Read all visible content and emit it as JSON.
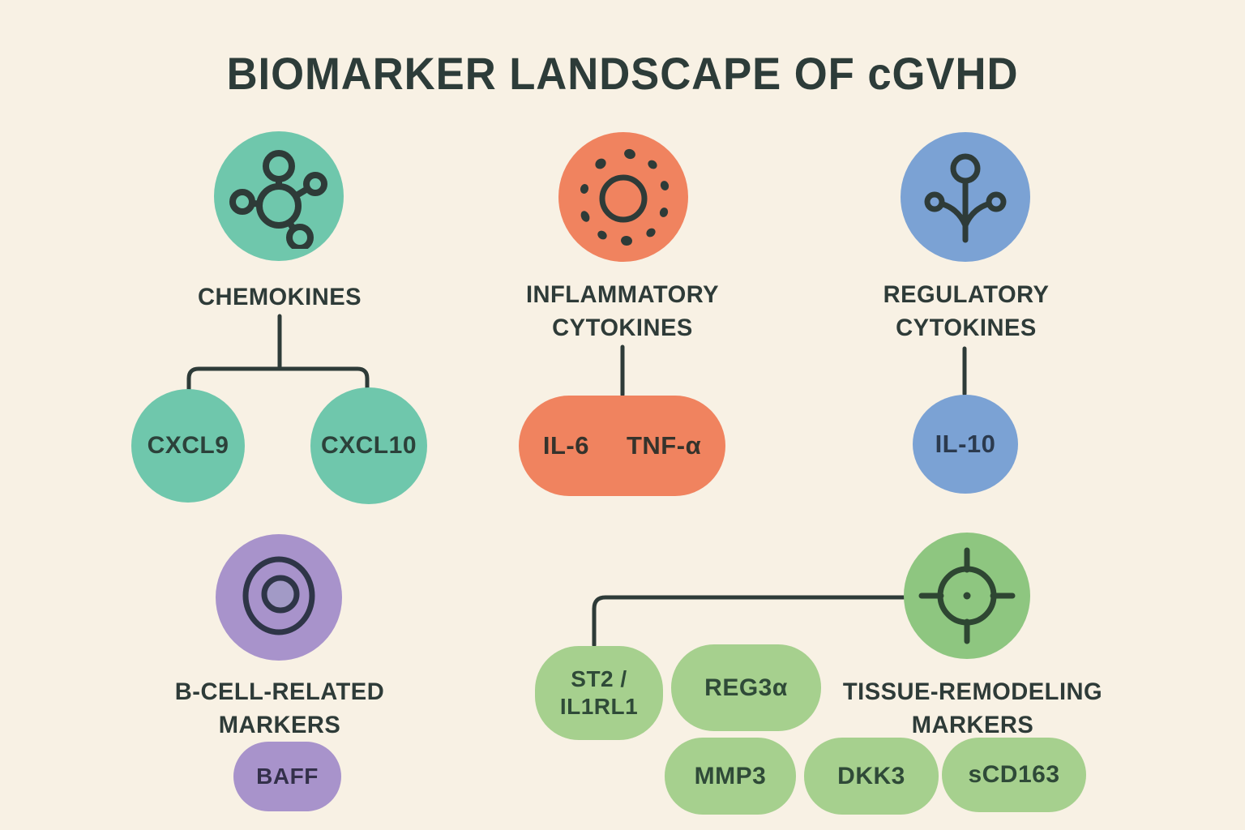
{
  "title": "BIOMARKER LANDSCAPE OF cGVHD",
  "colors": {
    "background": "#f8f1e4",
    "ink": "#2e3b38",
    "teal": "#6fc7ac",
    "orange": "#f0835f",
    "blue": "#7ba2d4",
    "purple": "#a893cb",
    "green": "#8ec680",
    "green_light": "#a6d08e"
  },
  "groups": {
    "chemokines": {
      "label": "CHEMOKINES",
      "icon": "molecule-icon",
      "markers": {
        "cxcl9": "CXCL9",
        "cxcl10": "CXCL10"
      }
    },
    "inflammatory": {
      "label_line1": "INFLAMMATORY",
      "label_line2": "CYTOKINES",
      "icon": "cell-releasing-particles-icon",
      "markers": {
        "il6": "IL-6",
        "tnfa": "TNF-α"
      }
    },
    "regulatory": {
      "label_line1": "REGULATORY",
      "label_line2": "CYTOKINES",
      "icon": "receptor-sprout-icon",
      "markers": {
        "il10": "IL-10"
      }
    },
    "bcell": {
      "label_line1": "B-CELL-RELATED",
      "label_line2": "MARKERS",
      "icon": "b-cell-icon",
      "markers": {
        "baff": "BAFF"
      }
    },
    "tissue": {
      "label_line1": "TISSUE-REMODELING",
      "label_line2": "MARKERS",
      "icon": "target-icon",
      "markers": {
        "st2_line1": "ST2 /",
        "st2_line2": "IL1RL1",
        "reg3a": "REG3α",
        "mmp3": "MMP3",
        "dkk3": "DKK3",
        "scd163": "sCD163"
      }
    }
  }
}
